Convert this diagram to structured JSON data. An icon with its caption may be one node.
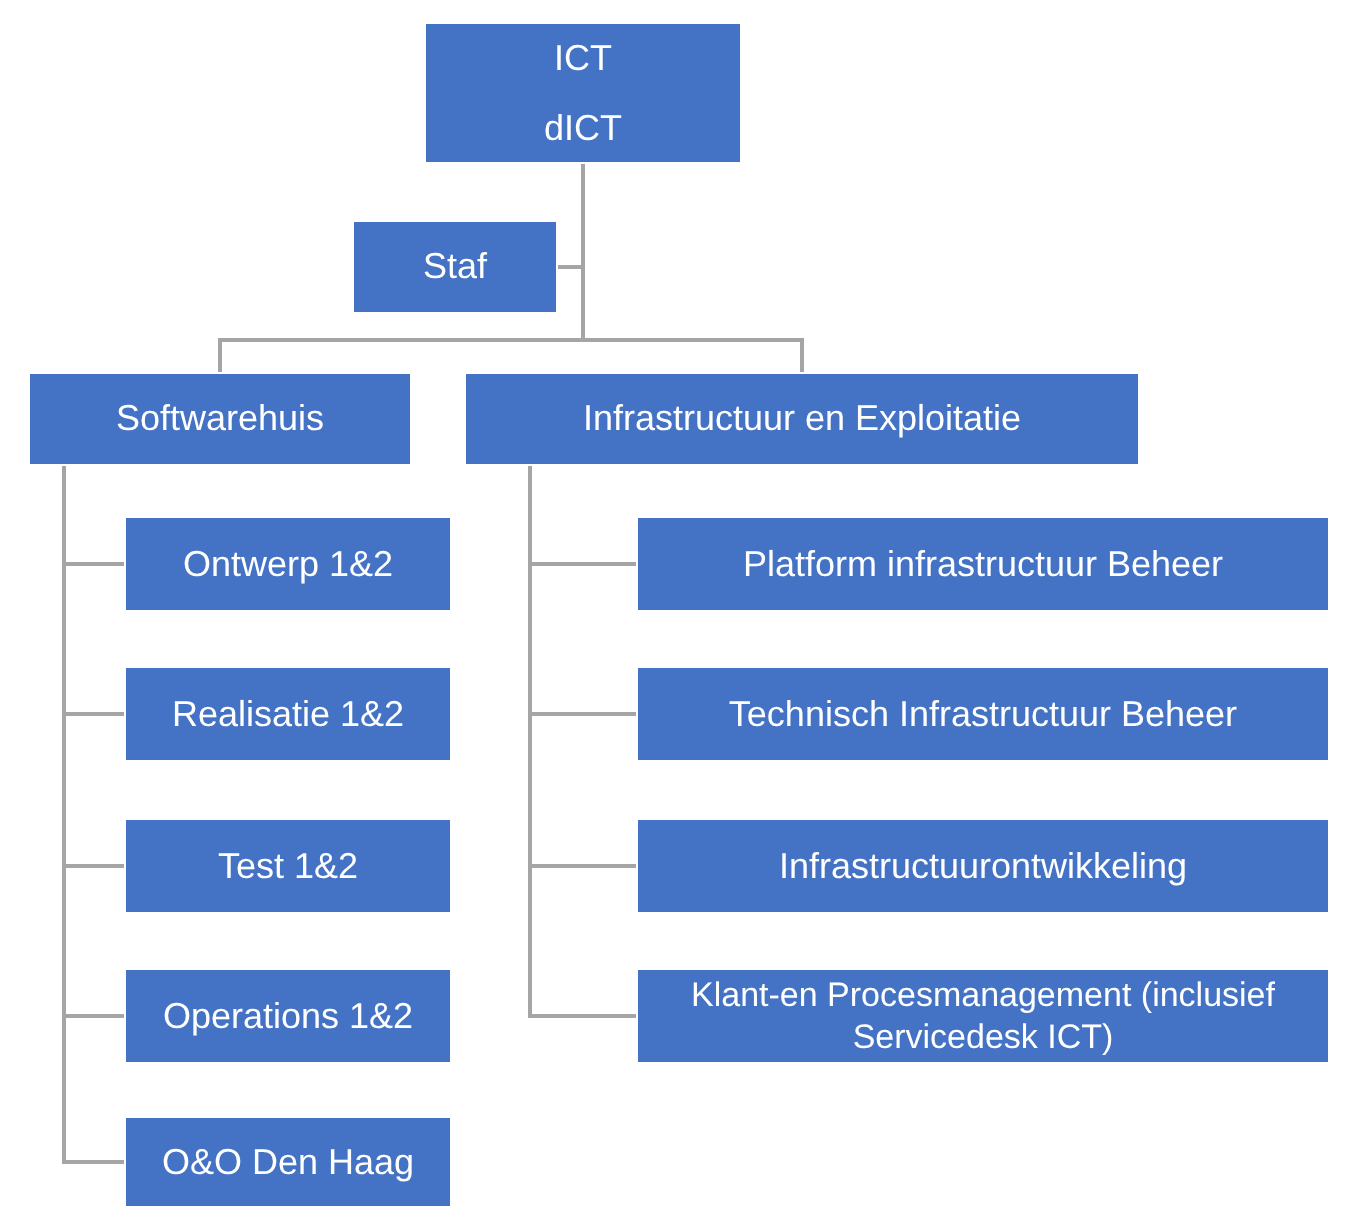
{
  "diagram": {
    "nodes": [
      {
        "text": [
          "ICT",
          "dICT"
        ]
      },
      {
        "text": [
          "Staf"
        ]
      },
      {
        "text": [
          "Softwarehuis"
        ]
      },
      {
        "text": [
          "Infrastructuur en Exploitatie"
        ]
      },
      {
        "text": [
          "Ontwerp 1&2"
        ]
      },
      {
        "text": [
          "Platform infrastructuur Beheer"
        ]
      },
      {
        "text": [
          "Realisatie 1&2"
        ]
      },
      {
        "text": [
          "Technisch Infrastructuur Beheer"
        ]
      },
      {
        "text": [
          "Test 1&2"
        ]
      },
      {
        "text": [
          "Infrastructuurontwikkeling"
        ]
      },
      {
        "text": [
          "Operations 1&2"
        ]
      },
      {
        "text": [
          "Klant-en Procesmanagement (inclusief Servicedesk ICT)"
        ]
      },
      {
        "text": [
          "O&O Den Haag"
        ]
      }
    ],
    "edges": [
      {
        "from": 0,
        "to": 1,
        "arrow": "none"
      },
      {
        "from": 0,
        "to": 2,
        "arrow": "none"
      },
      {
        "from": 0,
        "to": 3,
        "arrow": "none"
      },
      {
        "from": 2,
        "to": 4,
        "arrow": "none"
      },
      {
        "from": 2,
        "to": 6,
        "arrow": "none"
      },
      {
        "from": 2,
        "to": 8,
        "arrow": "none"
      },
      {
        "from": 2,
        "to": 10,
        "arrow": "none"
      },
      {
        "from": 2,
        "to": 12,
        "arrow": "none"
      },
      {
        "from": 3,
        "to": 5,
        "arrow": "none"
      },
      {
        "from": 3,
        "to": 7,
        "arrow": "none"
      },
      {
        "from": 3,
        "to": 9,
        "arrow": "none"
      },
      {
        "from": 3,
        "to": 11,
        "arrow": "none"
      }
    ]
  }
}
